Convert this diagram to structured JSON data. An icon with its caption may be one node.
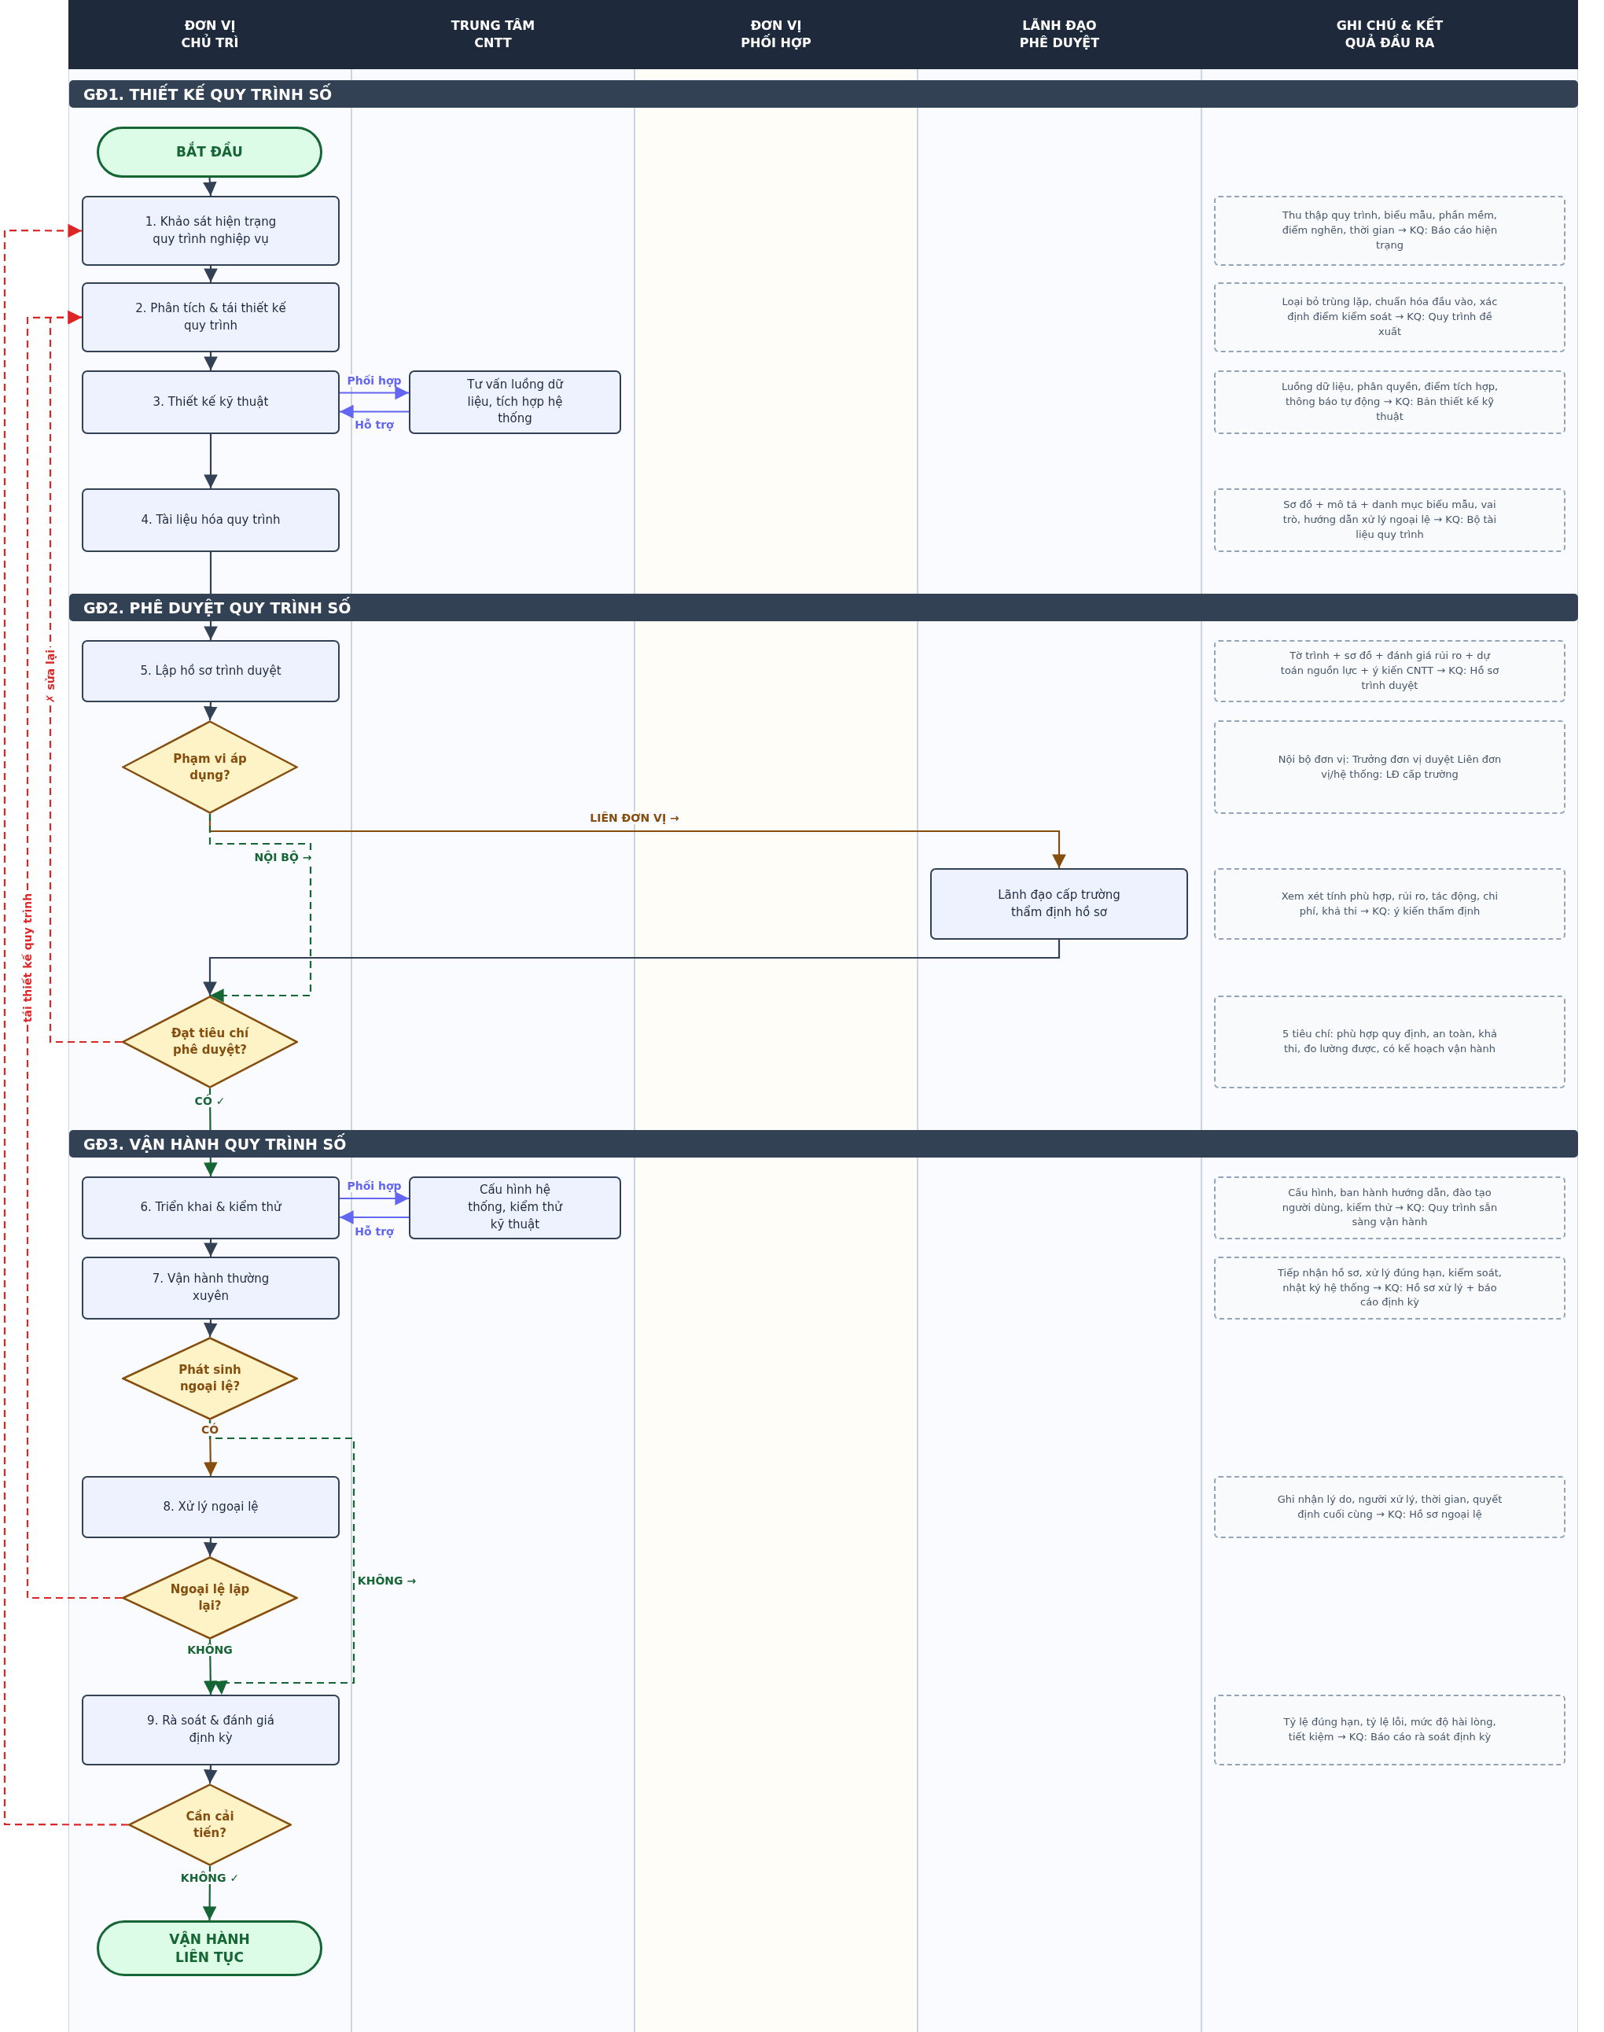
{
  "diagram": {
    "nodes": [
      {
        "text": [
          "BẮT ĐẦU"
        ]
      },
      {
        "text": [
          "1. Khảo sát hiện trạng quy trình nghiệp vụ"
        ]
      },
      {
        "text": [
          "Thu thập quy trình, biểu mẫu, phần mềm, điểm nghẽn, thời gian → KQ: Báo cáo hiện trạng"
        ]
      },
      {
        "text": [
          "2. Phân tích & tái thiết kế quy trình"
        ]
      },
      {
        "text": [
          "Loại bỏ trùng lặp, chuẩn hóa đầu vào, xác định điểm kiểm soát → KQ: Quy trình đề xuất"
        ]
      },
      {
        "text": [
          "3. Thiết kế kỹ thuật"
        ]
      },
      {
        "text": [
          "Tư vấn luồng dữ liệu, tích hợp hệ thống"
        ]
      },
      {
        "text": [
          "Luồng dữ liệu, phân quyền, điểm tích hợp, thông báo tự động → KQ: Bản thiết kế kỹ thuật"
        ]
      },
      {
        "text": [
          "4. Tài liệu hóa quy trình"
        ]
      },
      {
        "text": [
          "Sơ đồ + mô tả + danh mục biểu mẫu, vai trò, hướng dẫn xử lý ngoại lệ → KQ: Bộ tài liệu quy trình"
        ]
      },
      {
        "text": [
          "5. Lập hồ sơ trình duyệt"
        ]
      },
      {
        "text": [
          "Tờ trình + sơ đồ + đánh giá rủi ro + dự toán nguồn lực + ý kiến CNTT → KQ: Hồ sơ trình duyệt"
        ]
      },
      {
        "text": [
          "Phạm vi áp dụng?"
        ]
      },
      {
        "text": [
          "Nội bộ đơn vị: Trưởng đơn vị duyệt Liên đơn vị/hệ thống: LĐ cấp trường"
        ]
      },
      {
        "text": [
          "Lãnh đạo cấp trường thẩm định hồ sơ"
        ]
      },
      {
        "text": [
          "Xem xét tính phù hợp, rủi ro, tác động, chi phí, khả thi → KQ: ý kiến thẩm định"
        ]
      },
      {
        "text": [
          "Đạt tiêu chí phê duyệt?"
        ]
      },
      {
        "text": [
          "5 tiêu chí: phù hợp quy định, an toàn, khả thi, đo lường được, có kế hoạch vận hành"
        ]
      },
      {
        "text": [
          "6. Triển khai & kiểm thử"
        ]
      },
      {
        "text": [
          "Cấu hình hệ thống, kiểm thử kỹ thuật"
        ]
      },
      {
        "text": [
          "Cấu hình, ban hành hướng dẫn, đào tạo người dùng, kiểm thử → KQ: Quy trình sẵn sàng vận hành"
        ]
      },
      {
        "text": [
          "7. Vận hành thường xuyên"
        ]
      },
      {
        "text": [
          "Tiếp nhận hồ sơ, xử lý đúng hạn, kiểm soát, nhật ký hệ thống → KQ: Hồ sơ xử lý + báo cáo định kỳ"
        ]
      },
      {
        "text": [
          "Phát sinh ngoại lệ?"
        ]
      },
      {
        "text": [
          "8. Xử lý ngoại lệ"
        ]
      },
      {
        "text": [
          "Ghi nhận lý do, người xử lý, thời gian, quyết định cuối cùng → KQ: Hồ sơ ngoại lệ"
        ]
      },
      {
        "text": [
          "Ngoại lệ lặp lại?"
        ]
      },
      {
        "text": [
          "9. Rà soát & đánh giá định kỳ"
        ]
      },
      {
        "text": [
          "Tỷ lệ đúng hạn, tỷ lệ lỗi, mức độ hài lòng, tiết kiệm → KQ: Báo cáo rà soát định kỳ"
        ]
      },
      {
        "text": [
          "Cần cải tiến?"
        ]
      },
      {
        "text": [
          "VẬN HÀNH LIÊN TỤC"
        ]
      }
    ],
    "edges": [
      {
        "from": 0,
        "to": 1,
        "arrow": "to"
      },
      {
        "from": 1,
        "to": 3,
        "arrow": "to"
      },
      {
        "from": 3,
        "to": 5,
        "arrow": "to"
      },
      {
        "from": 5,
        "to": 6,
        "arrow": "to",
        "label": "Phối hợp",
        "color": "#6366f1"
      },
      {
        "from": 6,
        "to": 5,
        "arrow": "to",
        "label": "Hỗ trợ",
        "color": "#6366f1"
      },
      {
        "from": 5,
        "to": 8,
        "arrow": "to"
      },
      {
        "from": 8,
        "to": 10,
        "arrow": "to"
      },
      {
        "from": 10,
        "to": 12,
        "arrow": "to"
      },
      {
        "from": 12,
        "to": 14,
        "arrow": "to",
        "label": "LIÊN ĐƠN VỊ →",
        "color": "#854d0e"
      },
      {
        "from": 12,
        "to": 16,
        "arrow": "to",
        "label": "NỘI BỘ →",
        "style": "dashed",
        "color": "#166534"
      },
      {
        "from": 14,
        "to": 16,
        "arrow": "to"
      },
      {
        "from": 16,
        "to": 18,
        "arrow": "to",
        "label": "CÓ ✓",
        "color": "#166534"
      },
      {
        "from": 16,
        "to": 3,
        "arrow": "to",
        "label": "✗ sửa lại",
        "style": "dashed",
        "color": "#dc2626"
      },
      {
        "from": 18,
        "to": 19,
        "arrow": "to",
        "label": "Phối hợp",
        "color": "#6366f1"
      },
      {
        "from": 19,
        "to": 18,
        "arrow": "to",
        "label": "Hỗ trợ",
        "color": "#6366f1"
      },
      {
        "from": 18,
        "to": 21,
        "arrow": "to"
      },
      {
        "from": 21,
        "to": 23,
        "arrow": "to"
      },
      {
        "from": 23,
        "to": 24,
        "arrow": "to",
        "label": "CÓ",
        "color": "#854d0e"
      },
      {
        "from": 23,
        "to": 27,
        "arrow": "to",
        "label": "KHÔNG →",
        "style": "dashed",
        "color": "#166534"
      },
      {
        "from": 24,
        "to": 26,
        "arrow": "to"
      },
      {
        "from": 26,
        "to": 27,
        "arrow": "to",
        "label": "KHÔNG",
        "color": "#166534"
      },
      {
        "from": 26,
        "to": 3,
        "arrow": "to",
        "label": "tái thiết kế quy trình",
        "style": "dashed",
        "color": "#dc2626"
      },
      {
        "from": 27,
        "to": 29,
        "arrow": "to"
      },
      {
        "from": 29,
        "to": 1,
        "arrow": "to",
        "style": "dashed",
        "color": "#dc2626"
      },
      {
        "from": 29,
        "to": 30,
        "arrow": "to",
        "label": "KHÔNG ✓",
        "color": "#166534"
      }
    ],
    "labels": [
      "ĐƠN VỊ CHỦ TRÌ",
      "TRUNG TÂM CNTT",
      "ĐƠN VỊ PHỐI HỢP",
      "LÃNH ĐẠO PHÊ DUYỆT",
      "GHI CHÚ & KẾT QUẢ ĐẦU RA",
      "GĐ1. THIẾT KẾ QUY TRÌNH SỐ",
      "GĐ2. PHÊ DUYỆT QUY TRÌNH SỐ",
      "GĐ3. VẬN HÀNH QUY TRÌNH SỐ"
    ]
  }
}
